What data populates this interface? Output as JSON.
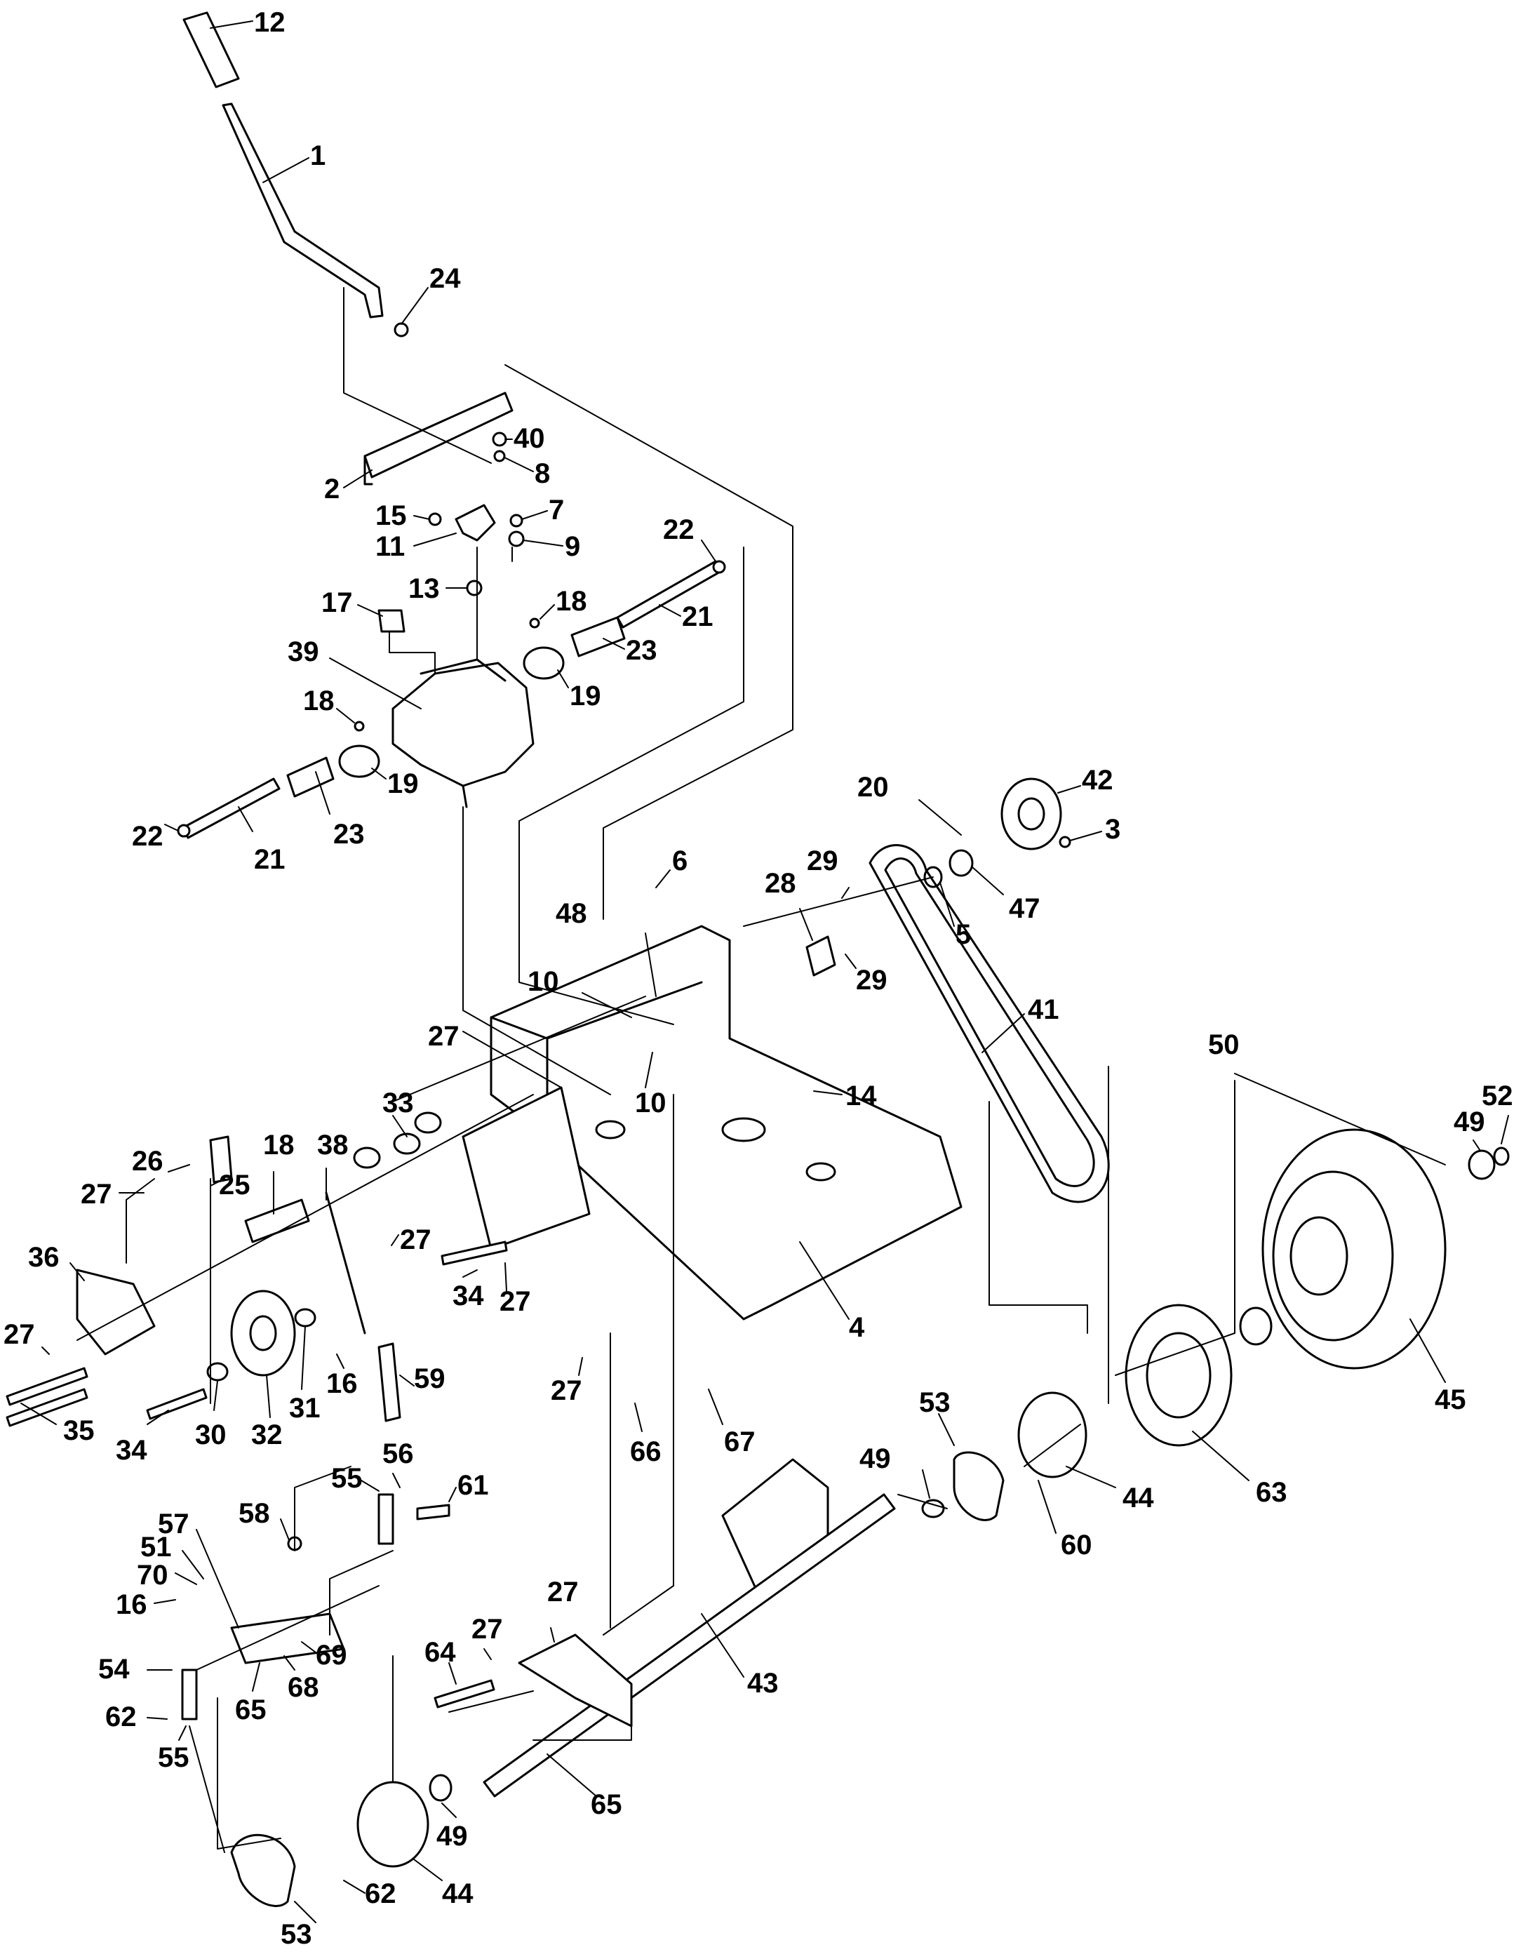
{
  "diagram": {
    "callouts": [
      {
        "id": "12a",
        "label": "12"
      },
      {
        "id": "1a",
        "label": "1"
      },
      {
        "id": "24a",
        "label": "24"
      },
      {
        "id": "40a",
        "label": "40"
      },
      {
        "id": "8a",
        "label": "8"
      },
      {
        "id": "2a",
        "label": "2"
      },
      {
        "id": "15a",
        "label": "15"
      },
      {
        "id": "7a",
        "label": "7"
      },
      {
        "id": "11a",
        "label": "11"
      },
      {
        "id": "9a",
        "label": "9"
      },
      {
        "id": "22a",
        "label": "22"
      },
      {
        "id": "13a",
        "label": "13"
      },
      {
        "id": "17a",
        "label": "17"
      },
      {
        "id": "18a",
        "label": "18"
      },
      {
        "id": "21a",
        "label": "21"
      },
      {
        "id": "39a",
        "label": "39"
      },
      {
        "id": "23a",
        "label": "23"
      },
      {
        "id": "19a",
        "label": "19"
      },
      {
        "id": "18b",
        "label": "18"
      },
      {
        "id": "19b",
        "label": "19"
      },
      {
        "id": "23b",
        "label": "23"
      },
      {
        "id": "22b",
        "label": "22"
      },
      {
        "id": "21b",
        "label": "21"
      },
      {
        "id": "20a",
        "label": "20"
      },
      {
        "id": "42a",
        "label": "42"
      },
      {
        "id": "3a",
        "label": "3"
      },
      {
        "id": "6a",
        "label": "6"
      },
      {
        "id": "29a",
        "label": "29"
      },
      {
        "id": "28a",
        "label": "28"
      },
      {
        "id": "47a",
        "label": "47"
      },
      {
        "id": "48a",
        "label": "48"
      },
      {
        "id": "10a",
        "label": "10"
      },
      {
        "id": "5a",
        "label": "5"
      },
      {
        "id": "29b",
        "label": "29"
      },
      {
        "id": "41a",
        "label": "41"
      },
      {
        "id": "27a",
        "label": "27"
      },
      {
        "id": "10b",
        "label": "10"
      },
      {
        "id": "14a",
        "label": "14"
      },
      {
        "id": "50a",
        "label": "50"
      },
      {
        "id": "52a",
        "label": "52"
      },
      {
        "id": "49a",
        "label": "49"
      },
      {
        "id": "33a",
        "label": "33"
      },
      {
        "id": "18c",
        "label": "18"
      },
      {
        "id": "38a",
        "label": "38"
      },
      {
        "id": "26a",
        "label": "26"
      },
      {
        "id": "25a",
        "label": "25"
      },
      {
        "id": "27b",
        "label": "27"
      },
      {
        "id": "27c",
        "label": "27"
      },
      {
        "id": "36a",
        "label": "36"
      },
      {
        "id": "34a",
        "label": "34"
      },
      {
        "id": "27d",
        "label": "27"
      },
      {
        "id": "4a",
        "label": "4"
      },
      {
        "id": "27e",
        "label": "27"
      },
      {
        "id": "16a",
        "label": "16"
      },
      {
        "id": "59a",
        "label": "59"
      },
      {
        "id": "27f",
        "label": "27"
      },
      {
        "id": "45a",
        "label": "45"
      },
      {
        "id": "35a",
        "label": "35"
      },
      {
        "id": "34b",
        "label": "34"
      },
      {
        "id": "30a",
        "label": "30"
      },
      {
        "id": "32a",
        "label": "32"
      },
      {
        "id": "31a",
        "label": "31"
      },
      {
        "id": "66a",
        "label": "66"
      },
      {
        "id": "67a",
        "label": "67"
      },
      {
        "id": "53a",
        "label": "53"
      },
      {
        "id": "49b",
        "label": "49"
      },
      {
        "id": "44a",
        "label": "44"
      },
      {
        "id": "63a",
        "label": "63"
      },
      {
        "id": "56a",
        "label": "56"
      },
      {
        "id": "55a",
        "label": "55"
      },
      {
        "id": "61a",
        "label": "61"
      },
      {
        "id": "58a",
        "label": "58"
      },
      {
        "id": "57a",
        "label": "57"
      },
      {
        "id": "51a",
        "label": "51"
      },
      {
        "id": "70a",
        "label": "70"
      },
      {
        "id": "16b",
        "label": "16"
      },
      {
        "id": "60a",
        "label": "60"
      },
      {
        "id": "27g",
        "label": "27"
      },
      {
        "id": "69a",
        "label": "69"
      },
      {
        "id": "54a",
        "label": "54"
      },
      {
        "id": "68a",
        "label": "68"
      },
      {
        "id": "64a",
        "label": "64"
      },
      {
        "id": "27h",
        "label": "27"
      },
      {
        "id": "43a",
        "label": "43"
      },
      {
        "id": "65a",
        "label": "65"
      },
      {
        "id": "62a",
        "label": "62"
      },
      {
        "id": "55b",
        "label": "55"
      },
      {
        "id": "49c",
        "label": "49"
      },
      {
        "id": "65b",
        "label": "65"
      },
      {
        "id": "44b",
        "label": "44"
      },
      {
        "id": "62b",
        "label": "62"
      },
      {
        "id": "53b",
        "label": "53"
      }
    ]
  }
}
